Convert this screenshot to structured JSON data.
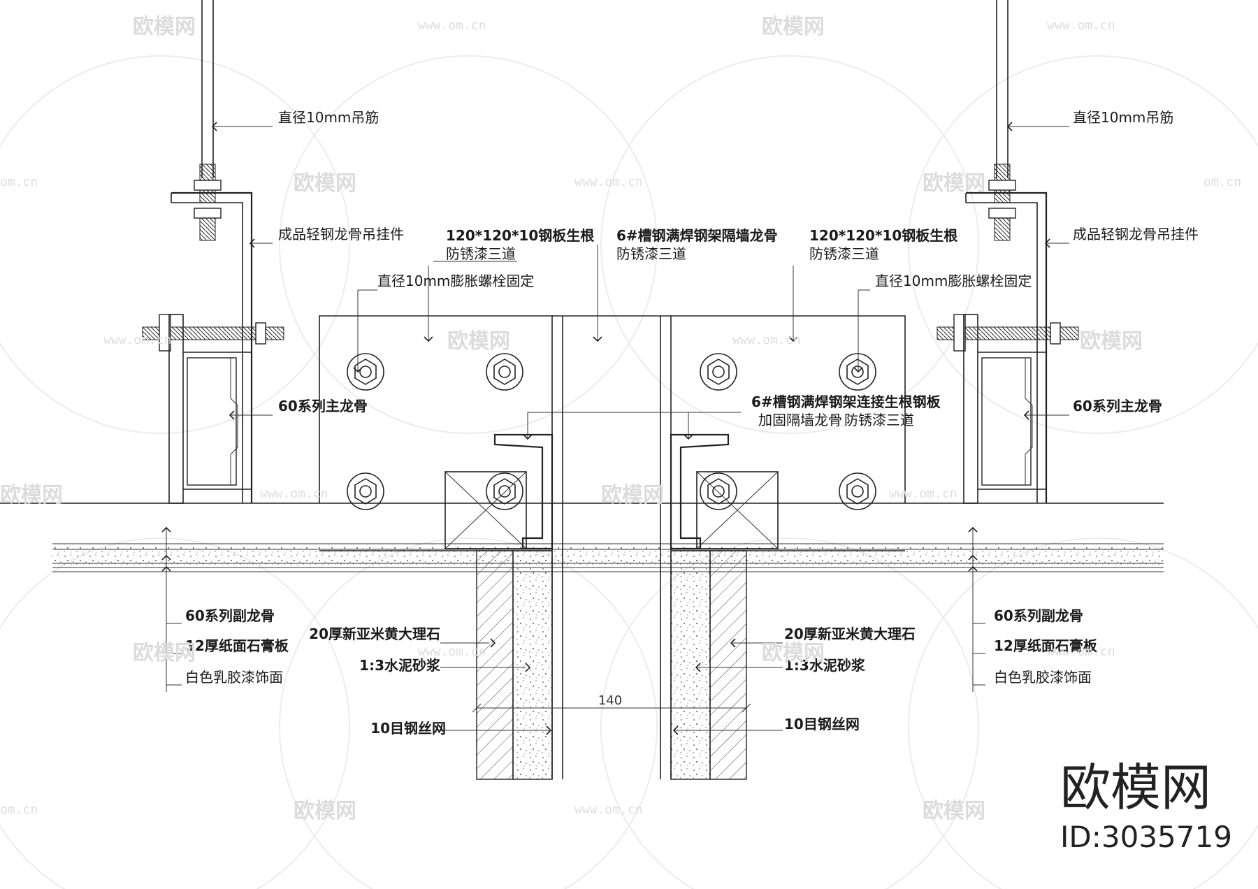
{
  "labels": {
    "rod_l": "直径10mm吊筋",
    "rod_r": "直径10mm吊筋",
    "hanger_l": "成品轻钢龙骨吊挂件",
    "hanger_r": "成品轻钢龙骨吊挂件",
    "plate_l_1": "120*120*10钢板生根",
    "plate_l_2": "防锈漆三道",
    "plate_r_1": "120*120*10钢板生根",
    "plate_r_2": "防锈漆三道",
    "channel_1": "6#槽钢满焊钢架隔墙龙骨",
    "channel_2": "防锈漆三道",
    "bolt_l": "直径10mm膨胀螺栓固定",
    "bolt_r": "直径10mm膨胀螺栓固定",
    "main_l": "60系列主龙骨",
    "main_r": "60系列主龙骨",
    "conn_1": "6#槽钢满焊钢架连接生根钢板",
    "conn_2a": "加固隔墙龙骨",
    "conn_2b": "防锈漆三道",
    "sub_l": "60系列副龙骨",
    "sub_r": "60系列副龙骨",
    "gyp_l": "12厚纸面石膏板",
    "gyp_r": "12厚纸面石膏板",
    "paint_l": "白色乳胶漆饰面",
    "paint_r": "白色乳胶漆饰面",
    "marble_l": "20厚新亚米黄大理石",
    "marble_r": "20厚新亚米黄大理石",
    "mortar_l": "1:3水泥砂浆",
    "mortar_r": "1:3水泥砂浆",
    "mesh_l": "10目钢丝网",
    "mesh_r": "10目钢丝网"
  },
  "dimension": "140",
  "watermark": {
    "brand": "欧模网",
    "url": "www.om.cn",
    "url_short": "om.cn"
  },
  "brand": {
    "name": "欧模网",
    "id": "ID:3035719"
  }
}
